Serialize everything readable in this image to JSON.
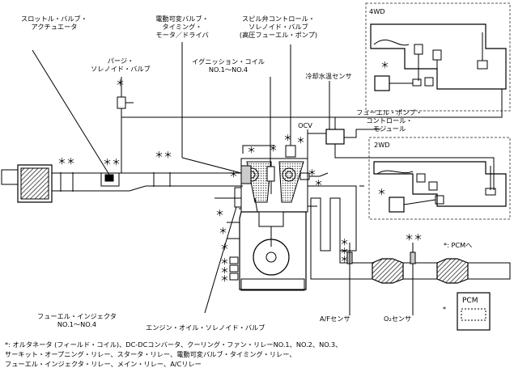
{
  "labels": {
    "throttle_actuator": "スロットル・バルブ・\nアクチュエータ",
    "purge_solenoid": "パージ・\nソレノイド・バルブ",
    "vvt_motor_driver": "電動可変バルブ・\nタイミング・\nモータ／ドライバ",
    "ignition_coil": "イグニッション・コイル\nNO.1〜NO.4",
    "spill_valve": "スピル弁コントロール・\nソレノイド・バルブ\n(高圧フューエル・ポンプ)",
    "coolant_sensor": "冷却水温センサ",
    "fuel_pump_control": "フューエル・ポンプ・\nコントロール・\nモジュール",
    "ocv": "OCV",
    "box_4wd": "4WD",
    "box_2wd": "2WD",
    "to_pcm": "*: PCMへ",
    "injector": "フューエル・インジェクタ\nNO.1〜NO.4",
    "oil_solenoid": "エンジン・オイル・ソレノイド・バルブ",
    "af_sensor": "A/Fセンサ",
    "o2_sensor": "O₂センサ",
    "pcm": "PCM",
    "pcm_asterisk": "*"
  },
  "footnote": "*: オルタネータ (フィールド・コイル)、DC-DCコンバータ、クーリング・ファン・リレーNO.1、NO.2、NO.3、\nサーキット・オープニング・リレー、スタータ・リレー、電動可変バルブ・タイミング・リレー、\nフューエル・インジェクタ・リレー、メイン・リレー、A/Cリレー",
  "marks": {
    "single": "＊",
    "double": "＊＊"
  },
  "colors": {
    "line": "#000000",
    "dashed_box": "#555555",
    "fill_grey": "#cccccc",
    "fill_dark": "#333333"
  }
}
